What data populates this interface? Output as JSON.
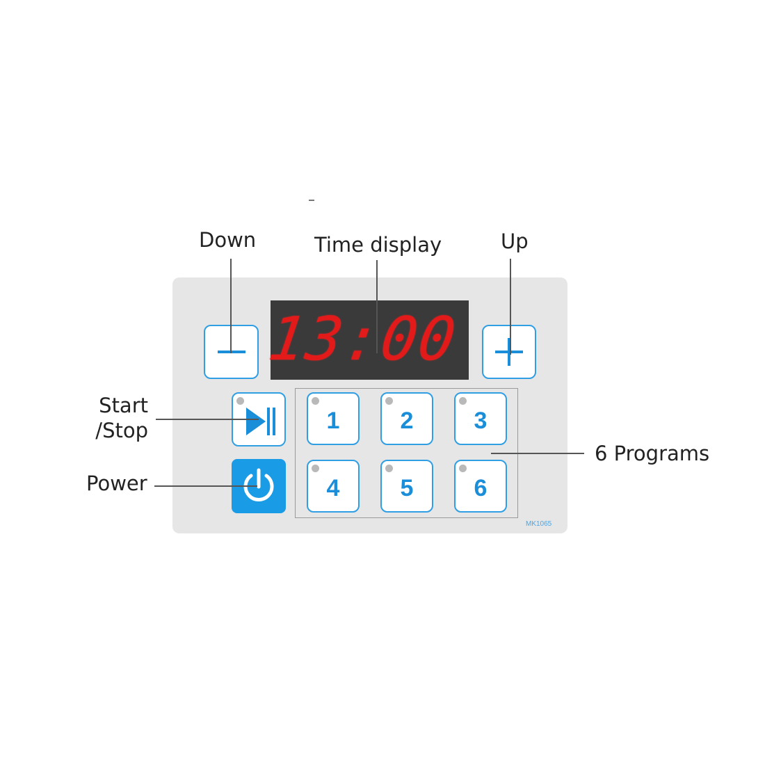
{
  "callouts": {
    "down": "Down",
    "time_display": "Time display",
    "up": "Up",
    "start_stop_line1": "Start",
    "start_stop_line2": "/Stop",
    "power": "Power",
    "programs": "6 Programs"
  },
  "display": {
    "time": "13:00",
    "color": "#e21a1a"
  },
  "controls": {
    "down_icon": "minus-icon",
    "up_icon": "plus-icon",
    "start_stop_icon": "play-pause-icon",
    "power_icon": "power-icon"
  },
  "programs": [
    "1",
    "2",
    "3",
    "4",
    "5",
    "6"
  ],
  "model_code": "MK1065",
  "colors": {
    "accent": "#1a9be6",
    "panel": "#e6e6e6",
    "display_bg": "#3a3a3a"
  }
}
